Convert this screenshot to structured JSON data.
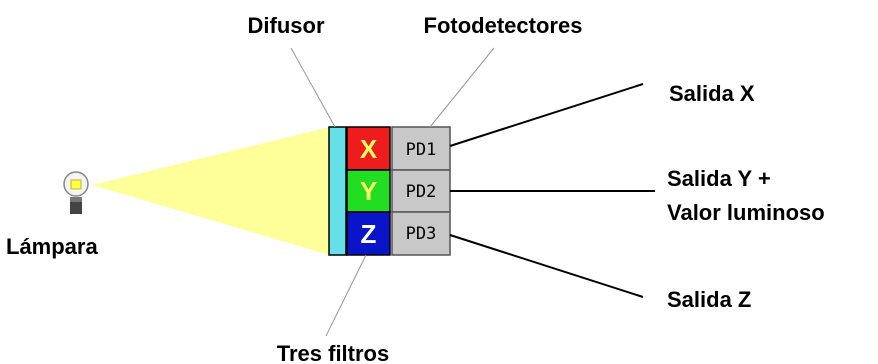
{
  "labels": {
    "difusor": "Difusor",
    "fotodetectores": "Fotodetectores",
    "lampara": "Lámpara",
    "tres_filtros": "Tres filtros",
    "salida_x": "Salida X",
    "salida_y_line1": "Salida Y +",
    "salida_y_line2": "Valor luminoso",
    "salida_z": "Salida Z"
  },
  "filters": [
    {
      "letter": "X",
      "color": "#ee1c1c",
      "text_color": "#ffff66"
    },
    {
      "letter": "Y",
      "color": "#22dd22",
      "text_color": "#ffff66"
    },
    {
      "letter": "Z",
      "color": "#0a14c8",
      "text_color": "#ffffff"
    }
  ],
  "photodetectors": [
    "PD1",
    "PD2",
    "PD3"
  ],
  "colors": {
    "diffuser": "#66e0e8",
    "light_beam": "#ffff99",
    "photodetector": "#c8c8c8",
    "lamp_bulb": "#ffff44",
    "lamp_base": "#555555"
  }
}
